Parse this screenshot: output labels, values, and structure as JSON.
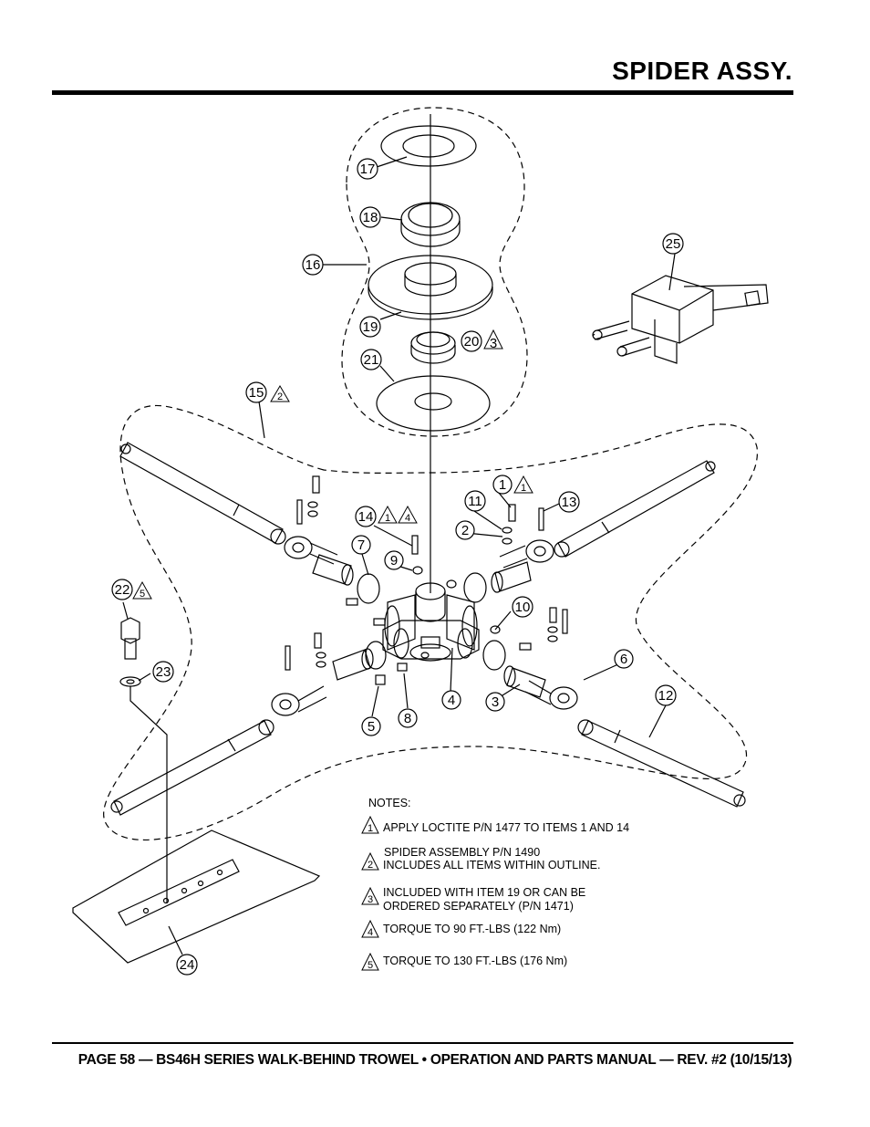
{
  "header": {
    "title": "SPIDER ASSY."
  },
  "footer": {
    "text": "PAGE 58 — BS46H SERIES WALK-BEHIND TROWEL • OPERATION AND PARTS MANUAL — REV. #2 (10/15/13)"
  },
  "callouts": {
    "c1": "1",
    "c2": "2",
    "c3": "3",
    "c4": "4",
    "c5": "5",
    "c6": "6",
    "c7": "7",
    "c8": "8",
    "c9": "9",
    "c10": "10",
    "c11": "11",
    "c12": "12",
    "c13": "13",
    "c14": "14",
    "c15": "15",
    "c16": "16",
    "c17": "17",
    "c18": "18",
    "c19": "19",
    "c20": "20",
    "c21": "21",
    "c22": "22",
    "c23": "23",
    "c24": "24",
    "c25": "25"
  },
  "flags": {
    "f1": "1",
    "f2": "2",
    "f3": "3",
    "f14a": "1",
    "f14b": "4",
    "f5": "5"
  },
  "notes": {
    "heading": "NOTES:",
    "n1_num": "1",
    "n1_text": "APPLY LOCTITE  P/N 1477 TO ITEMS 1 AND 14",
    "n2_num": "2",
    "n2_line1": "SPIDER ASSEMBLY P/N 1490",
    "n2_line2": "INCLUDES ALL ITEMS WITHIN OUTLINE.",
    "n3_num": "3",
    "n3_line1": "INCLUDED WITH ITEM 19 OR CAN BE",
    "n3_line2": "ORDERED SEPARATELY (P/N 1471)",
    "n4_num": "4",
    "n4_text": "TORQUE TO 90 FT.-LBS (122 Nm)",
    "n5_num": "5",
    "n5_text": "TORQUE TO 130 FT.-LBS (176 Nm)"
  }
}
